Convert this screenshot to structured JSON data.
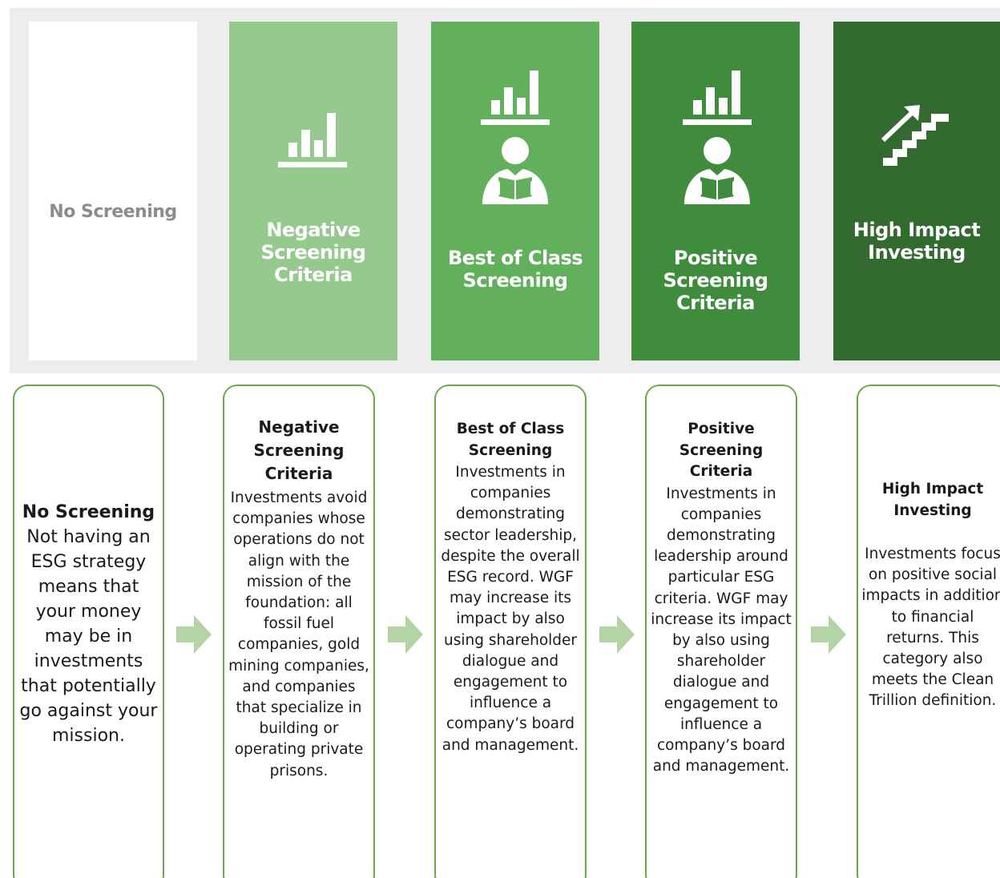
{
  "colors": {
    "band_background": "#ededed",
    "panel_1": "#96c98d",
    "panel_2": "#62b05c",
    "panel_3": "#3f8c3d",
    "panel_4": "#336a2f",
    "no_screening_text": "#8c8c8c",
    "card_border": "#6aa84f",
    "arrow": "#b5d4a6"
  },
  "panels": [
    {
      "title": "No Screening",
      "icons": []
    },
    {
      "title": "Negative Screening Criteria",
      "icons": [
        "bar-chart-icon"
      ]
    },
    {
      "title": "Best of Class Screening",
      "icons": [
        "bar-chart-icon",
        "reader-icon"
      ]
    },
    {
      "title": "Positive Screening Criteria",
      "icons": [
        "bar-chart-icon",
        "reader-icon"
      ]
    },
    {
      "title": "High Impact Investing",
      "icons": [
        "stairs-arrow-icon"
      ]
    }
  ],
  "cards": [
    {
      "title": "No Screening",
      "body": "Not having an ESG strategy means that your money may be in investments that potentially go against your mission."
    },
    {
      "title": "Negative Screening Criteria",
      "body": "Investments avoid companies whose operations do not align with the mission of the foundation: all fossil fuel companies, gold mining companies, and companies that specialize in building or operating private prisons."
    },
    {
      "title": "Best of Class Screening",
      "body": "Investments in companies demonstrating sector leadership, despite the overall ESG record. WGF may increase its impact by also using shareholder dialogue and engagement to influence a company’s board and management."
    },
    {
      "title": "Positive Screening Criteria",
      "body": "Investments in companies demonstrating leadership around particular ESG criteria. WGF may increase its impact by also using shareholder dialogue and engagement to influence a company’s board and management."
    },
    {
      "title": "High Impact Investing",
      "body": "Investments focus on positive social impacts in addition to financial returns. This category also meets the Clean Trillion definition."
    }
  ]
}
